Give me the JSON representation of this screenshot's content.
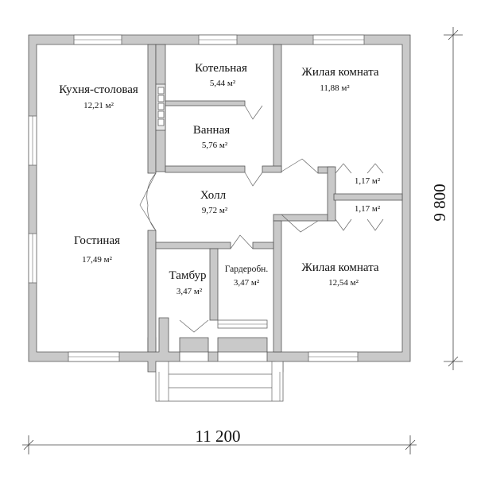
{
  "plan": {
    "rooms": [
      {
        "id": "kitchen",
        "name": "Кухня-столовая",
        "area": "12,21 м²"
      },
      {
        "id": "boiler",
        "name": "Котельная",
        "area": "5,44 м²"
      },
      {
        "id": "bedroom1",
        "name": "Жилая комната",
        "area": "11,88 м²"
      },
      {
        "id": "bath",
        "name": "Ванная",
        "area": "5,76 м²"
      },
      {
        "id": "closet1",
        "name": "",
        "area": "1,17 м²"
      },
      {
        "id": "closet2",
        "name": "",
        "area": "1,17 м²"
      },
      {
        "id": "hall",
        "name": "Холл",
        "area": "9,72 м²"
      },
      {
        "id": "living",
        "name": "Гостиная",
        "area": "17,49 м²"
      },
      {
        "id": "vestibule",
        "name": "Тамбур",
        "area": "3,47 м²"
      },
      {
        "id": "wardrobe",
        "name": "Гардеробн.",
        "area": "3,47 м²"
      },
      {
        "id": "bedroom2",
        "name": "Жилая комната",
        "area": "12,54 м²"
      }
    ],
    "dimensions": {
      "width": "11 200",
      "height": "9 800"
    }
  }
}
